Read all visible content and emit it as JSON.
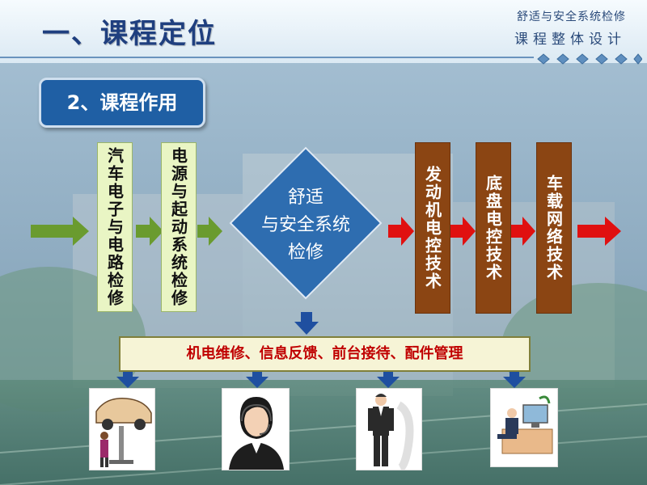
{
  "header": {
    "title": "一、课程定位",
    "brand_line1": "舒适与安全系统检修",
    "brand_line2": "课程整体设计"
  },
  "section": {
    "label": "2、课程作用"
  },
  "prereq_courses": [
    {
      "label": "汽车电子与电路检修"
    },
    {
      "label": "电源与起动系统检修"
    }
  ],
  "core_course": {
    "line1": "舒适",
    "line2": "与安全系统",
    "line3": "检修"
  },
  "follow_courses": [
    {
      "label": "发动机电控技术"
    },
    {
      "label": "底盘电控技术"
    },
    {
      "label": "车载网络技术"
    }
  ],
  "job_tasks": {
    "text": "机电维修、信息反馈、前台接待、配件管理"
  },
  "illustrations": [
    {
      "icon": "car-repair-icon"
    },
    {
      "icon": "headset-operator-icon"
    },
    {
      "icon": "businessman-icon"
    },
    {
      "icon": "office-worker-icon"
    }
  ],
  "colors": {
    "green_arrow": "#6a9b2f",
    "red_arrow": "#e01010",
    "blue_arrow": "#1f4fa0",
    "brown_box": "#8b4513",
    "green_box": "#e9f5c4",
    "diamond": "#2e6db0",
    "task_text": "#c00000"
  }
}
